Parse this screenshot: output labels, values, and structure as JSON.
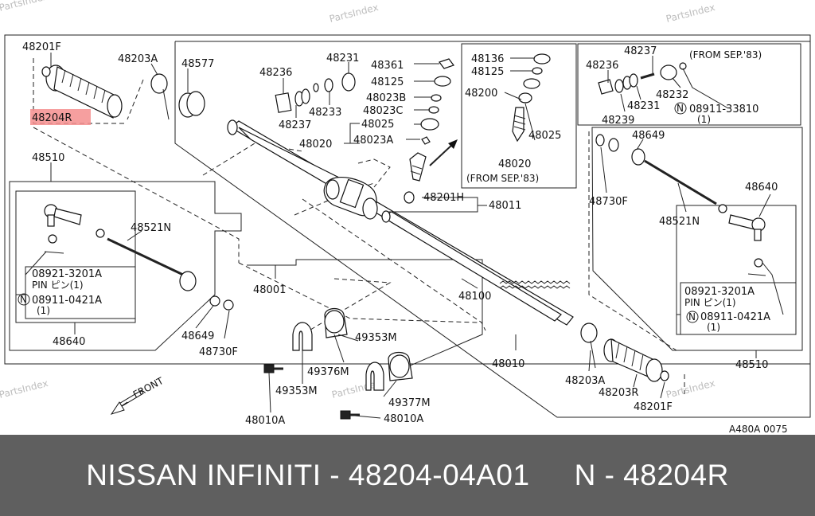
{
  "watermark": "PartsIndex",
  "diagram_code": "A480A 0075",
  "highlight_part": "48204R",
  "footer": {
    "left": "NISSAN INFINITI - 48204-04A01",
    "right": "N - 48204R"
  },
  "labels": {
    "p48201F_l": "48201F",
    "p48203A_l": "48203A",
    "p48204R": "48204R",
    "p48577": "48577",
    "p48236_c": "48236",
    "p48237_c": "48237",
    "p48233": "48233",
    "p48231_c": "48231",
    "p48361": "48361",
    "p48125_c": "48125",
    "p48023B": "48023B",
    "p48023C": "48023C",
    "p48025_c": "48025",
    "p48020_c": "48020",
    "p48023A": "48023A",
    "p48136": "48136",
    "p48125_i": "48125",
    "p48200": "48200",
    "p48025_i": "48025",
    "p48020_i": "48020",
    "from_sep_83": "(FROM SEP.'83)",
    "p48237_r": "48237",
    "from_sep_83_r": "(FROM SEP.'83)",
    "p48236_r": "48236",
    "p48232": "48232",
    "p48231_r": "48231",
    "p08911_33810": "08911-33810",
    "p48239": "48239",
    "qty1_a": "(1)",
    "p48510_l": "48510",
    "p48521N_l": "48521N",
    "p08921_3201A_l": "08921-3201A",
    "pin_l": "PIN ピン(1)",
    "p08911_0421A_l": "08911-0421A",
    "qty1_b": "(1)",
    "p48640_l": "48640",
    "p48649_l": "48649",
    "p48730F_l": "48730F",
    "p48201H": "48201H",
    "p48011": "48011",
    "p48001": "48001",
    "p48100": "48100",
    "p48010": "48010",
    "p49353M_t": "49353M",
    "p49376M": "49376M",
    "p49353M_b": "49353M",
    "p49377M": "49377M",
    "p48010A_l": "48010A",
    "p48010A_r": "48010A",
    "front": "FRONT",
    "p48649_r": "48649",
    "p48730F_r": "48730F",
    "p48521N_r": "48521N",
    "p48640_r": "48640",
    "p08921_3201A_r": "08921-3201A",
    "pin_r": "PIN ピン(1)",
    "p08911_0421A_r": "08911-0421A",
    "qty1_c": "(1)",
    "p48203A_r": "48203A",
    "p48203R": "48203R",
    "p48201F_r": "48201F",
    "p48510_r": "48510",
    "n": "N"
  }
}
